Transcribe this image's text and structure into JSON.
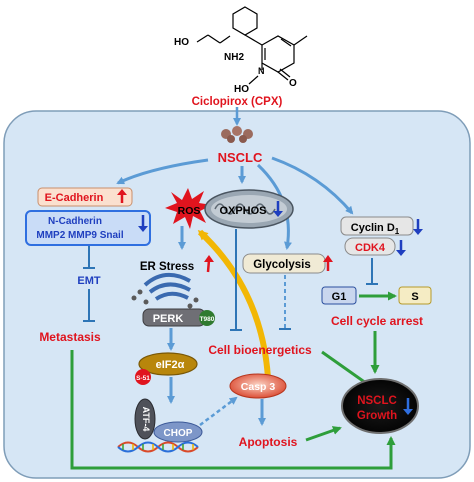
{
  "molecule": {
    "ho_label": "HO",
    "nh2_label": "NH2",
    "n_label": "N",
    "o_label": "O",
    "ho_n_label": "HO"
  },
  "drug_label": "Ciclopirox (CPX)",
  "nodes": {
    "nsclc": "NSCLC",
    "e_cadherin": "E-Cadherin",
    "n_cadherin": "N-Cadherin",
    "mmp_snail": "MMP2 MMP9 Snail",
    "emt": "EMT",
    "metastasis": "Metastasis",
    "ros": "ROS",
    "oxphos": "OXPHOS",
    "er_stress": "ER Stress",
    "perk": "PERK",
    "perk_site": "T980",
    "eif2a": "eIF2α",
    "eif2a_site": "S-51",
    "atf4": "ATF-4",
    "chop": "CHOP",
    "glycolysis": "Glycolysis",
    "cell_bioenergetics": "Cell bioenergetics",
    "casp3": "Casp 3",
    "apoptosis": "Apoptosis",
    "cyclin_d1": "Cyclin D",
    "cyclin_d1_sub": "1",
    "cdk4": "CDK4",
    "g1": "G1",
    "s": "S",
    "cell_cycle_arrest": "Cell cycle arrest",
    "nsclc_growth_line1": "NSCLC",
    "nsclc_growth_line2": "Growth"
  },
  "colors": {
    "cell_fill": "#d6e6f5",
    "cell_stroke": "#7f9db8",
    "arrow_blue": "#5b9bd5",
    "inhibit_blue": "#2e75b6",
    "green": "#2e9e3a",
    "red_text": "#e0141e",
    "up_red": "#e0141e",
    "down_blue": "#1f3fbf",
    "gold": "#f2b705"
  },
  "icons": [
    "up-arrow-icon",
    "down-arrow-icon",
    "mitochondrion-icon",
    "er-icon",
    "cell-cluster-icon",
    "dna-icon",
    "burst-icon"
  ]
}
